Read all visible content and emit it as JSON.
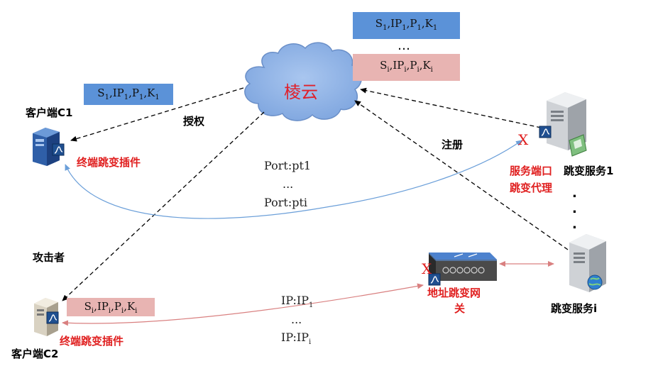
{
  "cloud": {
    "label": "棱云"
  },
  "tags": {
    "top_s1": [
      "S",
      "1",
      ",IP",
      "1",
      ",P",
      "1",
      ",K",
      "1"
    ],
    "top_dots": "…",
    "top_si": [
      "S",
      "i",
      ",IP",
      "i",
      ",P",
      "i",
      ",K",
      "i"
    ],
    "client1_tag": [
      "S",
      "1",
      ",IP",
      "1",
      ",P",
      "1",
      ",K",
      "1"
    ],
    "client2_tag": [
      "S",
      "i",
      ",IP",
      "i",
      ",P",
      "i",
      ",K",
      "i"
    ]
  },
  "labels": {
    "client_c1": "客户端C1",
    "client_c2": "客户端C2",
    "authorize": "授权",
    "register": "注册",
    "attacker": "攻击者",
    "plugin1": "终端跳变插件",
    "plugin2": "终端跳变插件",
    "port_proxy_line1": "服务端口",
    "port_proxy_line2": "跳变代理",
    "hop_service_1": "跳变服务1",
    "hop_service_i": "跳变服务i",
    "gateway_line1": "地址跳变网",
    "gateway_line2": "关",
    "vertical_dots": ". . ."
  },
  "ports": {
    "line1": "Port:pt1",
    "line2": "...",
    "line3": "Port:pti"
  },
  "ips": {
    "line1_prefix": "IP:IP",
    "line1_sub": "1",
    "line2": "...",
    "line3_prefix": "IP:IP",
    "line3_sub": "i"
  },
  "marks": {
    "x1": "X",
    "x2": "X"
  },
  "colors": {
    "cloud_fill": "#8fb3e6",
    "cloud_stroke": "#6a8fc8",
    "blue_tag": "#5b92d8",
    "pink_tag": "#e8b4b2",
    "blue_arc": "#6b9fd9",
    "red_arc": "#d98080"
  }
}
